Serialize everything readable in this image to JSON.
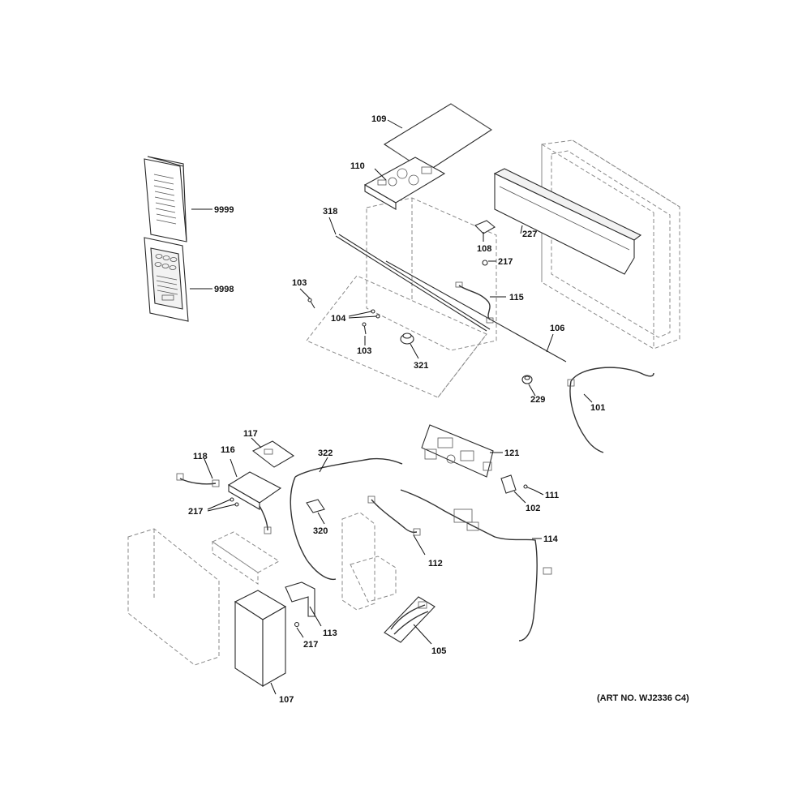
{
  "diagram": {
    "parts": {
      "p9999": "9999",
      "p9998": "9998",
      "p109": "109",
      "p110": "110",
      "p318": "318",
      "p108": "108",
      "p227": "227",
      "p217a": "217",
      "p103a": "103",
      "p115": "115",
      "p104": "104",
      "p103b": "103",
      "p106": "106",
      "p321": "321",
      "p229": "229",
      "p101": "101",
      "p117": "117",
      "p118": "118",
      "p116": "116",
      "p322": "322",
      "p121": "121",
      "p111": "111",
      "p102": "102",
      "p217b": "217",
      "p320": "320",
      "p114": "114",
      "p112": "112",
      "p113": "113",
      "p217c": "217",
      "p105": "105",
      "p107": "107"
    },
    "art_number": "(ART NO. WJ2336 C4)"
  }
}
